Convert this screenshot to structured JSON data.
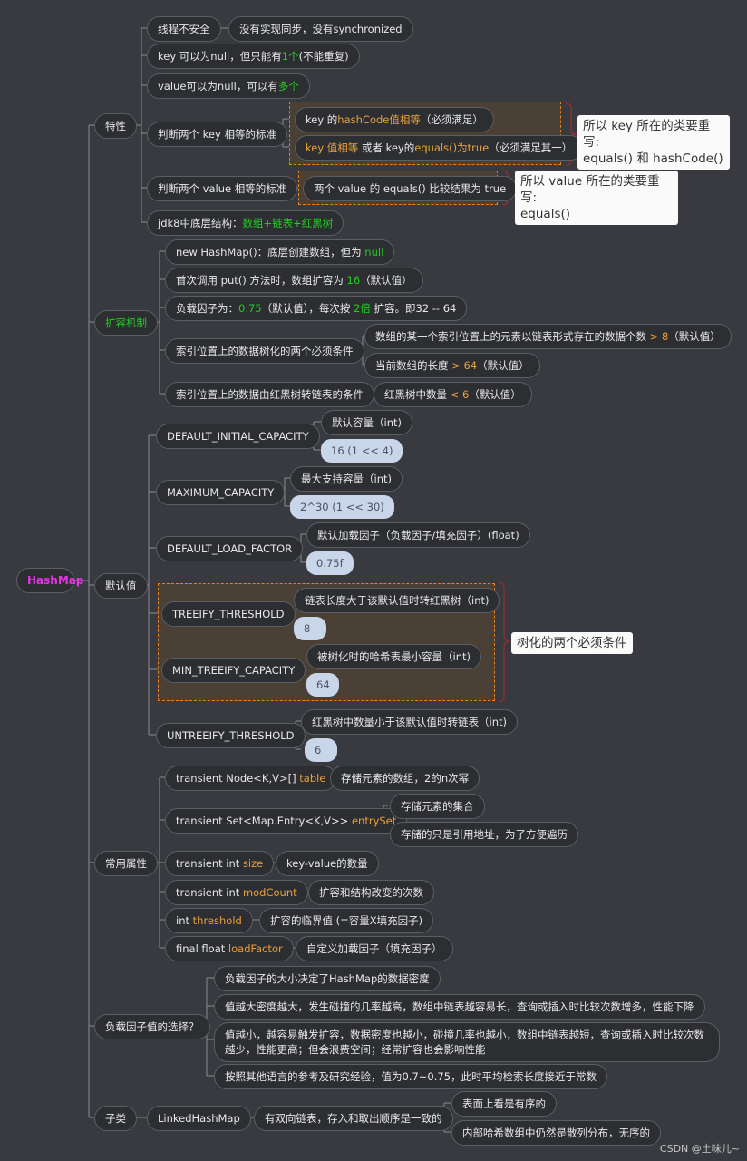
{
  "root": "HashMap",
  "branches": {
    "features": {
      "label": "特性",
      "thread_unsafe": "线程不安全",
      "thread_unsafe_detail": "没有实现同步，没有synchronized",
      "key_null_a": "key 可以为null，但只能有",
      "key_null_b": "1个",
      "key_null_c": "(不能重复)",
      "value_null_a": "value可以为null，可以有",
      "value_null_b": "多个",
      "key_equal": "判断两个 key 相等的标准",
      "key_hash_a": "key 的",
      "key_hash_b": "hashCode值相等",
      "key_hash_c": "（必须满足）",
      "key_eq_a": "key 值相等",
      "key_eq_b": "  或者  key的",
      "key_eq_c": "equals()为true",
      "key_eq_d": "（必须满足其一）",
      "key_note": "所以 key 所在的类要重写:\nequals() 和 hashCode()",
      "value_equal": "判断两个 value 相等的标准",
      "value_eq_detail": "两个 value 的 equals() 比较结果为 true",
      "value_note": "所以 value 所在的类要重写:\nequals()",
      "jdk8_a": "jdk8中底层结构：",
      "jdk8_b": "数组+链表+红黑树"
    },
    "resize": {
      "label": "扩容机制",
      "new_a": "new HashMap()：底层创建数组，但为 ",
      "new_b": "null",
      "put_a": "首次调用 put() 方法时，数组扩容为 ",
      "put_b": "16",
      "put_c": "（默认值）",
      "lf_a": "负载因子为：",
      "lf_b": "0.75",
      "lf_c": "（默认值），每次按 ",
      "lf_d": "2倍",
      "lf_e": " 扩容。即32 -- 64",
      "treeify": "索引位置上的数据树化的两个必须条件",
      "treeify_c1_a": "数组的某一个索引位置上的元素以链表形式存在的数据个数 ",
      "treeify_c1_b": "> 8",
      "treeify_c1_c": "（默认值）",
      "treeify_c2_a": "当前数组的长度 ",
      "treeify_c2_b": "> 64",
      "treeify_c2_c": "（默认值）",
      "untreeify": "索引位置上的数据由红黑树转链表的条件",
      "untreeify_c_a": "红黑树中数量 ",
      "untreeify_c_b": "< 6",
      "untreeify_c_c": "（默认值）"
    },
    "defaults": {
      "label": "默认值",
      "items": [
        {
          "name": "DEFAULT_INITIAL_CAPACITY",
          "desc": "默认容量（int)",
          "value": "16 (1 << 4)"
        },
        {
          "name": "MAXIMUM_CAPACITY",
          "desc": "最大支持容量（int)",
          "value": "2^30 (1 << 30)"
        },
        {
          "name": "DEFAULT_LOAD_FACTOR",
          "desc": "默认加载因子（负载因子/填充因子）(float)",
          "value": "0.75f"
        },
        {
          "name": "TREEIFY_THRESHOLD",
          "desc": "链表长度大于该默认值时转红黑树（int)",
          "value": "8"
        },
        {
          "name": "MIN_TREEIFY_CAPACITY",
          "desc": "被树化时的哈希表最小容量（int)",
          "value": "64"
        },
        {
          "name": "UNTREEIFY_THRESHOLD",
          "desc": "红黑树中数量小于该默认值时转链表（int)",
          "value": "6"
        }
      ],
      "treeify_note": "树化的两个必须条件"
    },
    "fields": {
      "label": "常用属性",
      "items": [
        {
          "prefix": "transient Node<K,V>[] ",
          "name": "table",
          "desc": "存储元素的数组，2的n次幂"
        },
        {
          "prefix": "transient Set<Map.Entry<K,V>> ",
          "name": "entrySet",
          "desc": "存储元素的集合",
          "desc2": "存储的只是引用地址，为了方便遍历"
        },
        {
          "prefix": "transient int ",
          "name": "size",
          "desc": "key-value的数量"
        },
        {
          "prefix": "transient int ",
          "name": "modCount",
          "desc": "扩容和结构改变的次数"
        },
        {
          "prefix": "int ",
          "name": "threshold",
          "desc": "扩容的临界值 (=容量X填充因子)"
        },
        {
          "prefix": "final float ",
          "name": "loadFactor",
          "desc": "自定义加载因子（填充因子）"
        }
      ]
    },
    "load_factor_choice": {
      "label": "负载因子值的选择？",
      "items": [
        "负载因子的大小决定了HashMap的数据密度",
        "值越大密度越大，发生碰撞的几率越高，数组中链表越容易长，查询或插入时比较次数增多，性能下降",
        "值越小，越容易触发扩容，数据密度也越小，碰撞几率也越小，数组中链表越短，查询或插入时比较次数越少，性能更高；但会浪费空间；经常扩容也会影响性能",
        "按照其他语言的参考及研究经验，值为0.7~0.75，此时平均检索长度接近于常数"
      ]
    },
    "subclass": {
      "label": "子类",
      "name": "LinkedHashMap",
      "desc": "有双向链表，存入和取出顺序是一致的",
      "d1": "表面上看是有序的",
      "d2": "内部哈希数组中仍然是散列分布，无序的"
    }
  },
  "colors": {
    "background": "#383a40",
    "node": "#2d2e32",
    "root_text": "#e633e6",
    "highlight_green": "#22cc22",
    "highlight_orange": "#e8a13a",
    "value_node": "#c9d5e8",
    "dash_border": "#e8821e"
  },
  "watermark": "CSDN @土味儿~"
}
